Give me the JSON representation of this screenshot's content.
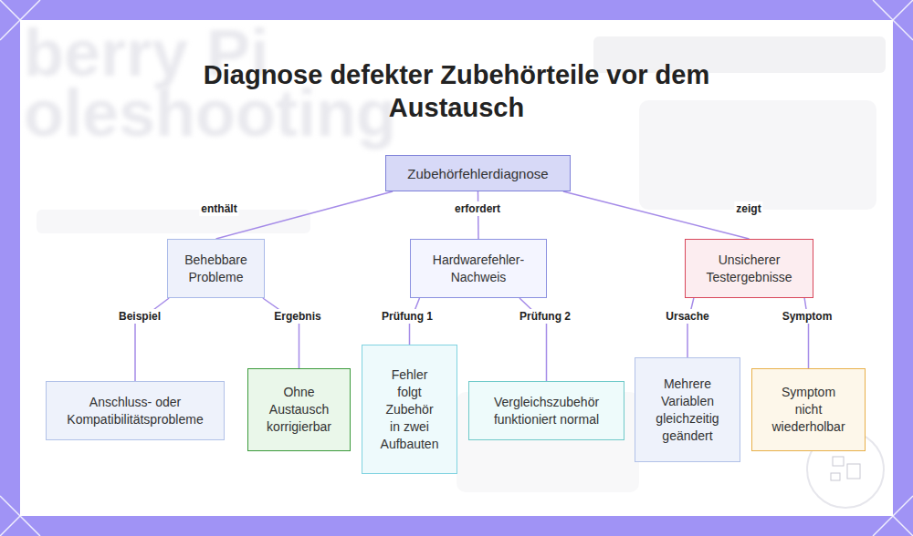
{
  "diagram": {
    "title": "Diagnose defekter Zubehörteile vor dem Austausch",
    "nodes": [
      {
        "text": [
          "Zubehörfehlerdiagnose"
        ]
      },
      {
        "text": [
          "Behebbare Probleme"
        ]
      },
      {
        "text": [
          "Hardwarefehler-Nachweis"
        ]
      },
      {
        "text": [
          "Unsicherer Testergebnisse"
        ]
      },
      {
        "text": [
          "Anschluss- oder Kompatibilitätsprobleme"
        ]
      },
      {
        "text": [
          "Ohne Austausch korrigierbar"
        ]
      },
      {
        "text": [
          "Fehler folgt Zubehör in zwei Aufbauten"
        ]
      },
      {
        "text": [
          "Vergleichszubehör funktioniert normal"
        ]
      },
      {
        "text": [
          "Mehrere Variablen gleichzeitig geändert"
        ]
      },
      {
        "text": [
          "Symptom nicht wiederholbar"
        ]
      }
    ],
    "edges": [
      {
        "from": 0,
        "to": 1,
        "arrow": "none",
        "label": "enthält"
      },
      {
        "from": 0,
        "to": 2,
        "arrow": "none",
        "label": "erfordert"
      },
      {
        "from": 0,
        "to": 3,
        "arrow": "none",
        "label": "zeigt"
      },
      {
        "from": 1,
        "to": 4,
        "arrow": "none",
        "label": "Beispiel"
      },
      {
        "from": 1,
        "to": 5,
        "arrow": "none",
        "label": "Ergebnis"
      },
      {
        "from": 2,
        "to": 6,
        "arrow": "none",
        "label": "Prüfung 1"
      },
      {
        "from": 2,
        "to": 7,
        "arrow": "none",
        "label": "Prüfung 2"
      },
      {
        "from": 3,
        "to": 8,
        "arrow": "none",
        "label": "Ursache"
      },
      {
        "from": 3,
        "to": 9,
        "arrow": "none",
        "label": "Symptom"
      }
    ],
    "labels": [
      "berry Pi",
      "oleshooting"
    ]
  }
}
